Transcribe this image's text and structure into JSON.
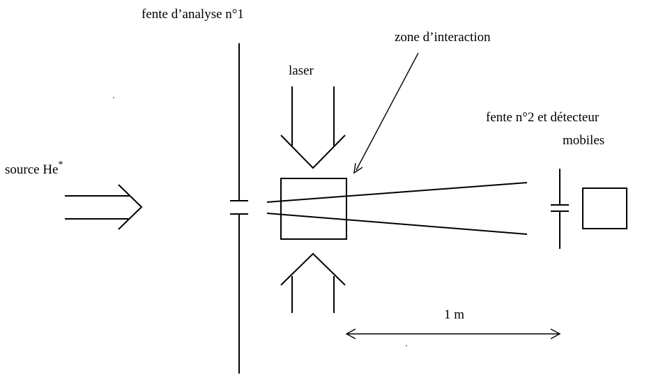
{
  "labels": {
    "slit1": "fente d’analyse n°1",
    "interaction_zone": "zone d’interaction",
    "laser": "laser",
    "slit2_detector_line1": "fente n°2 et détecteur",
    "slit2_detector_line2": "mobiles",
    "source": "source He",
    "source_superscript": "*",
    "distance": "1 m"
  }
}
